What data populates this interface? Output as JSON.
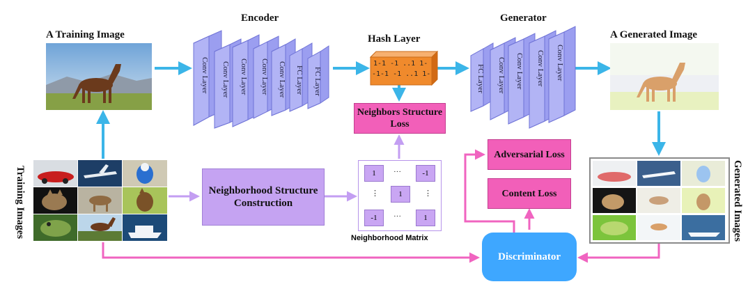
{
  "titles": {
    "training_image": "A Training Image",
    "encoder": "Encoder",
    "hash_layer": "Hash Layer",
    "generator": "Generator",
    "generated_image": "A Generated Image"
  },
  "encoder_layers": [
    "Conv Layer",
    "Conv Layer",
    "Conv Layer",
    "Conv Layer",
    "Conv Layer",
    "FC Layer",
    "FC Layer"
  ],
  "generator_layers": [
    "FC Layer",
    "Conv Layer",
    "Conv Layer",
    "Conv Layer",
    "Conv Layer"
  ],
  "hash_codes": {
    "row1": "1-1 -1 ..1 1-",
    "row2": "-1-1 -1 ..1 1-"
  },
  "boxes": {
    "neighbors_loss": "Neighbors Structure Loss",
    "neighborhood_construction": "Neighborhood Structure Construction",
    "adversarial_loss": "Adversarial Loss",
    "content_loss": "Content Loss",
    "discriminator": "Discriminator"
  },
  "matrix": {
    "caption": "Neighborhood Matrix",
    "top_left": "1",
    "top_right": "-1",
    "center": "1",
    "bottom_left": "-1",
    "bottom_right": "1",
    "hdots": "···",
    "vdots": "⋮"
  },
  "side_labels": {
    "left": "Training Images",
    "right": "Generated Images"
  },
  "colors": {
    "cyan_arrow": "#3bb5e8",
    "purple_arrow": "#c39ef2",
    "pink_arrow": "#f064c0",
    "layer_face": "#9b9ef0",
    "hash_orange": "#f08a2c",
    "discriminator": "#3ea7ff"
  }
}
